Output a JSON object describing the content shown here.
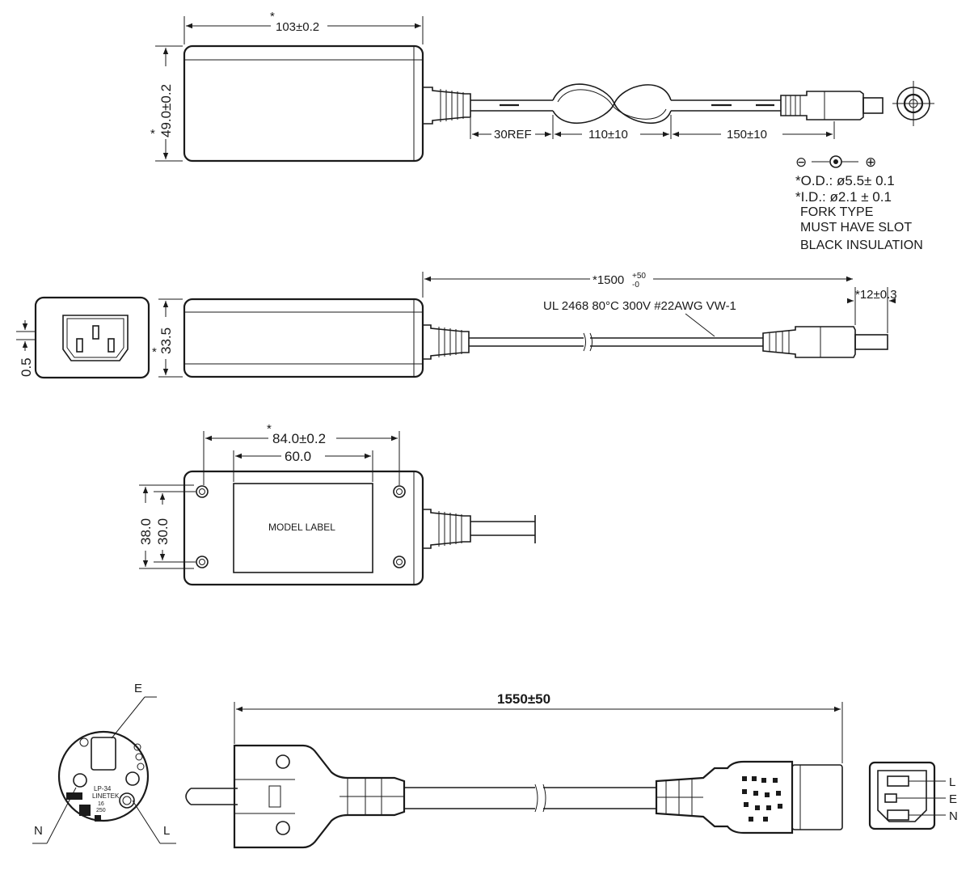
{
  "top_view": {
    "width_dim": "103±0.2",
    "width_star": "*",
    "height_dim": "49.0±0.2",
    "height_star": "*",
    "seg1_dim": "30REF",
    "seg2_dim": "110±10",
    "seg3_dim": "150±10"
  },
  "plug_spec": {
    "minus_symbol": "⊖",
    "plus_symbol": "⊕",
    "od": "*O.D.: ø5.5± 0.1",
    "id": "*I.D.: ø2.1 ± 0.1",
    "fork": "FORK  TYPE",
    "slot": "MUST  HAVE  SLOT",
    "insulation": "BLACK  INSULATION"
  },
  "side_view": {
    "thickness_dim": "33.5",
    "thickness_star": "*",
    "offset_dim": "0.5",
    "cable_length_dim": "*1500",
    "cable_tol_plus": "+50",
    "cable_tol_minus": "-0",
    "cable_spec": "UL  2468  80°C  300V  #22AWG  VW-1",
    "plug_length_dim": "*12±0.3"
  },
  "bottom_view": {
    "hole_span_dim": "84.0±0.2",
    "hole_span_star": "*",
    "label_width_dim": "60.0",
    "outer_height_dim": "38.0",
    "inner_height_dim": "30.0",
    "model_label": "MODEL  LABEL"
  },
  "power_cord": {
    "length_dim": "1550±50",
    "schuko_face_labels": {
      "e": "E",
      "n": "N",
      "l": "L"
    },
    "schuko_face_text": [
      "LP-34",
      "LINETEK",
      "16",
      "250"
    ],
    "c13_labels": {
      "l": "L",
      "e": "E",
      "n": "N"
    }
  }
}
